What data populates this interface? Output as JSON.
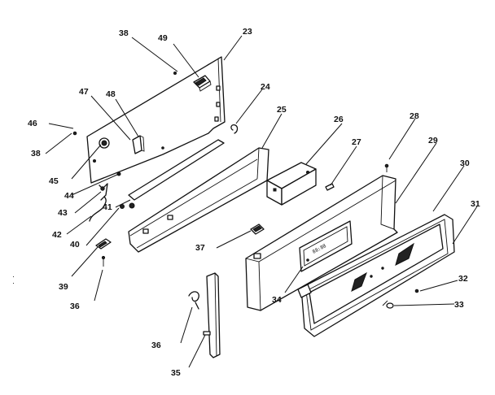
{
  "callouts": [
    {
      "id": "c38a",
      "text": "38"
    },
    {
      "id": "c49",
      "text": "49"
    },
    {
      "id": "c23",
      "text": "23"
    },
    {
      "id": "c24",
      "text": "24"
    },
    {
      "id": "c47",
      "text": "47"
    },
    {
      "id": "c48",
      "text": "48"
    },
    {
      "id": "c25",
      "text": "25"
    },
    {
      "id": "c46",
      "text": "46"
    },
    {
      "id": "c26",
      "text": "26"
    },
    {
      "id": "c28",
      "text": "28"
    },
    {
      "id": "c38b",
      "text": "38"
    },
    {
      "id": "c27",
      "text": "27"
    },
    {
      "id": "c29",
      "text": "29"
    },
    {
      "id": "c30",
      "text": "30"
    },
    {
      "id": "c45",
      "text": "45"
    },
    {
      "id": "c44",
      "text": "44"
    },
    {
      "id": "c43",
      "text": "43"
    },
    {
      "id": "c41",
      "text": "41"
    },
    {
      "id": "c31",
      "text": "31"
    },
    {
      "id": "c42",
      "text": "42"
    },
    {
      "id": "c40",
      "text": "40"
    },
    {
      "id": "c37",
      "text": "37"
    },
    {
      "id": "c39",
      "text": "39"
    },
    {
      "id": "c32",
      "text": "32"
    },
    {
      "id": "c34",
      "text": "34"
    },
    {
      "id": "c36a",
      "text": "36"
    },
    {
      "id": "c33",
      "text": "33"
    },
    {
      "id": "c36b",
      "text": "36"
    },
    {
      "id": "c35",
      "text": "35"
    }
  ],
  "clock_display": "88:88"
}
